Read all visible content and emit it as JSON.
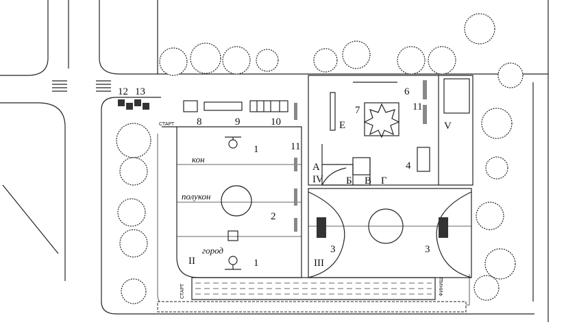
{
  "title": "Site plan of a children's playground",
  "labels": {
    "n12": "12",
    "n13": "13",
    "n8": "8",
    "n9": "9",
    "n10": "10",
    "n11a": "11",
    "n11b": "11",
    "n6": "6",
    "n7": "7",
    "E": "Е",
    "V": "V",
    "start_top": "СТАРТ",
    "n1a": "1",
    "kon": "кон",
    "polukon": "полукон",
    "n2": "2",
    "gorod": "город",
    "II": "II",
    "n1b": "1",
    "A": "А",
    "IV": "IV",
    "B": "Б",
    "V2": "В",
    "G": "Г",
    "n4": "4",
    "III": "III",
    "n3a": "3",
    "n3b": "3",
    "start_bottom": "СТАРТ",
    "finish": "ФИНИШ"
  },
  "colors": {
    "ink": "#222222",
    "paper": "#ffffff"
  }
}
